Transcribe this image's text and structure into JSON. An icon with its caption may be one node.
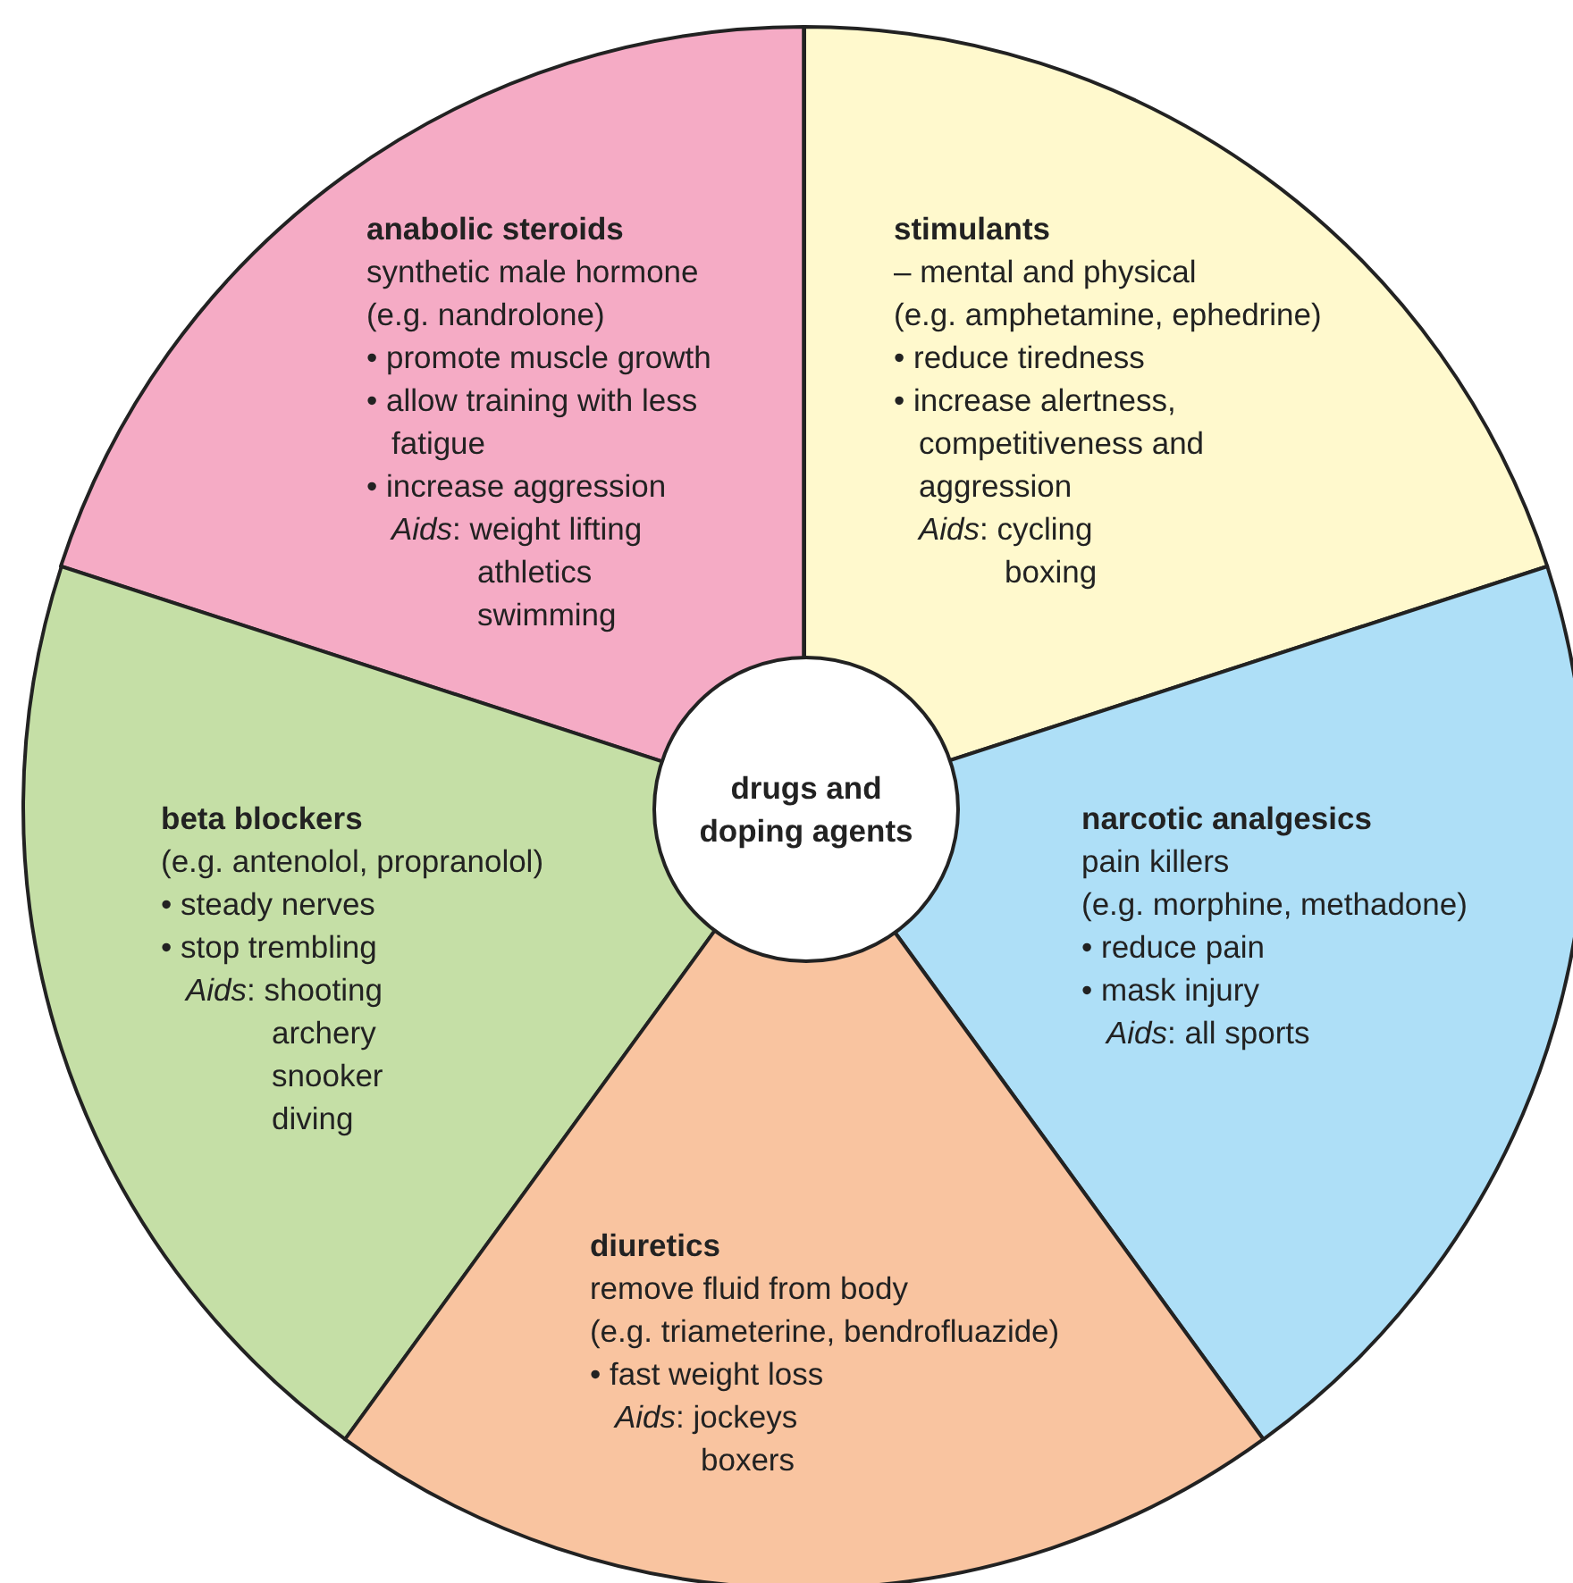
{
  "diagram": {
    "nodes": [
      {
        "text": [
          "anabolic steroids",
          "synthetic male hormone",
          "(e.g. nandrolone)",
          "• promote muscle growth",
          "• allow training with less fatigue",
          "• increase aggression",
          "*Aids*: weight lifting athletics swimming"
        ]
      },
      {
        "text": [
          "stimulants",
          "– mental and physical",
          "(e.g. amphetamine, ephedrine)",
          "• reduce tiredness",
          "• increase alertness, competitiveness and aggression",
          "*Aids*: cycling boxing"
        ]
      },
      {
        "text": [
          "drugs and doping agents"
        ]
      },
      {
        "text": [
          "beta blockers",
          "(e.g. antenolol, propranolol)",
          "• steady nerves",
          "• stop trembling",
          "*Aids*: shooting archery snooker diving"
        ]
      },
      {
        "text": [
          "narcotic analgesics",
          "pain killers",
          "(e.g. morphine, methadone)",
          "• reduce pain",
          "• mask injury",
          "*Aids*: all sports"
        ]
      },
      {
        "text": [
          "diuretics",
          "remove fluid from body",
          "(e.g. triameterine, bendrofluazide)",
          "• fast weight loss",
          "*Aids*: jockeys boxers"
        ]
      }
    ]
  }
}
